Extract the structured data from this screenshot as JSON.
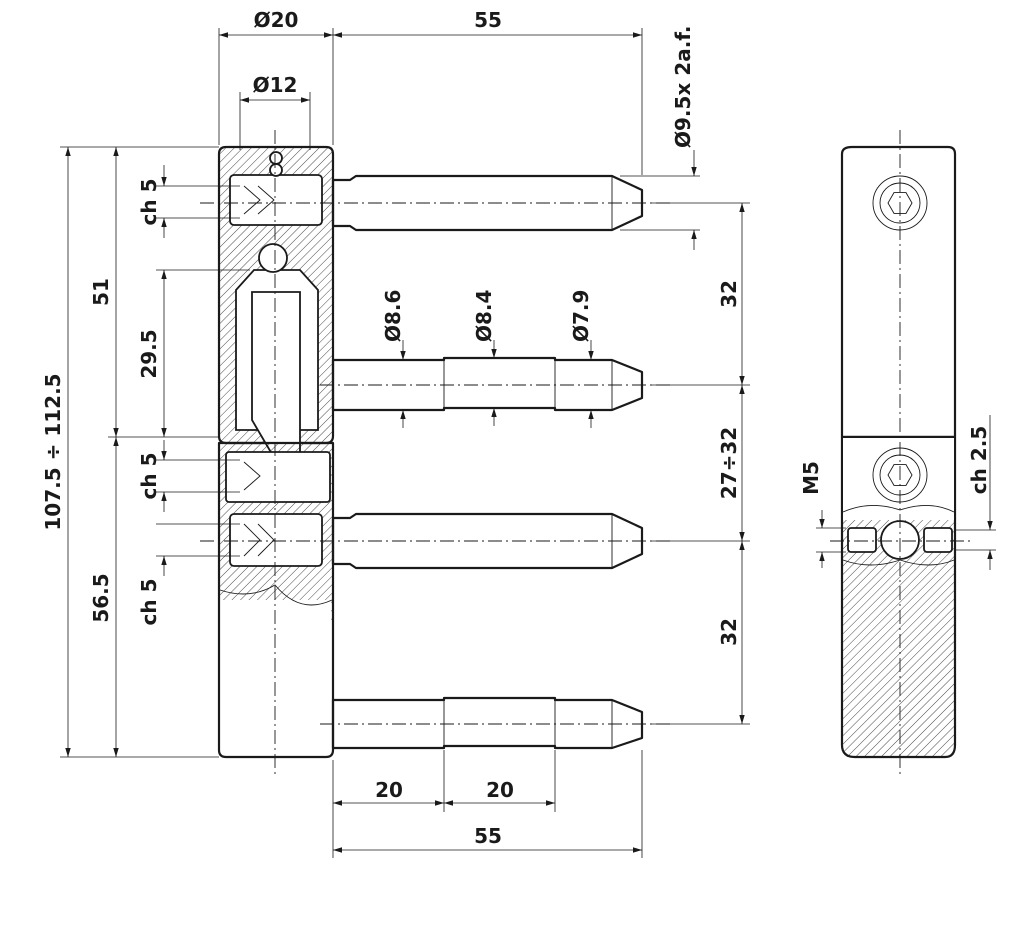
{
  "diagram": {
    "top_left_width_label": "Ø20",
    "top_pin_length_label": "55",
    "inner_diameter_label": "Ø12",
    "hex_key_label": "Ø9.5x 2a.f.",
    "chamfer_label_top": "ch 5",
    "chamfer_label_mid": "ch 5",
    "chamfer_label_bottom": "ch 5",
    "height_label_51": "51",
    "height_label_29_5": "29.5",
    "total_height_label": "107.5 ÷ 112.5",
    "height_label_56_5": "56.5",
    "pin_dia_1": "Ø8.6",
    "pin_dia_2": "Ø8.4",
    "pin_dia_3": "Ø7.9",
    "spacing_top": "32",
    "spacing_mid": "27÷32",
    "spacing_bottom": "32",
    "bottom_seg_1": "20",
    "bottom_seg_2": "20",
    "bottom_total": "55",
    "side_thread_label": "M5",
    "side_chamfer_label": "ch 2.5"
  }
}
